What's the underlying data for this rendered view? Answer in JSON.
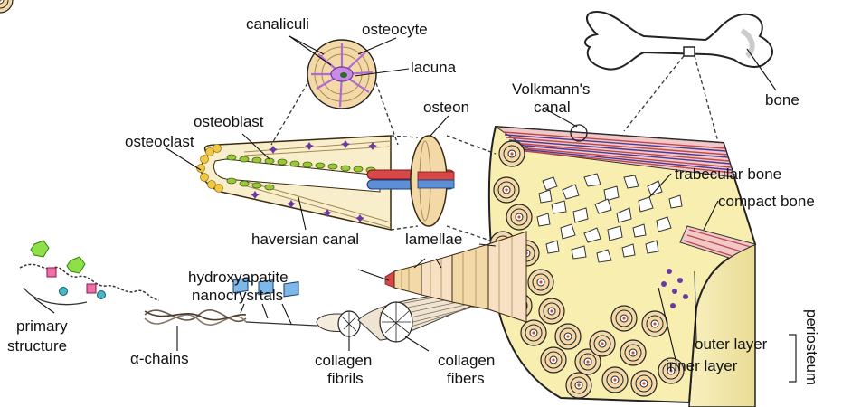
{
  "labels": {
    "canaliculi": "canaliculi",
    "osteocyte": "osteocyte",
    "lacuna": "lacuna",
    "bone": "bone",
    "volkmanns_canal_1": "Volkmann's",
    "volkmanns_canal_2": "canal",
    "osteon": "osteon",
    "osteoblast": "osteoblast",
    "osteoclast": "osteoclast",
    "trabecular_bone": "trabecular bone",
    "compact_bone": "compact bone",
    "haversian_canal": "haversian canal",
    "lamellae": "lamellae",
    "hydroxyapatite_1": "hydroxyapatite",
    "hydroxyapatite_2": "nanocrysrtals",
    "primary_structure_1": "primary",
    "primary_structure_2": "structure",
    "alpha_chains": "α-chains",
    "collagen_fibrils_1": "collagen",
    "collagen_fibrils_2": "fibrils",
    "collagen_fibers_1": "collagen",
    "collagen_fibers_2": "fibers",
    "outer_layer": "outer layer",
    "inner_layer": "inner layer",
    "periosteum": "periosteum"
  },
  "colors": {
    "bone_matrix": "#f7eeb0",
    "osteon_tan": "#f3d9a8",
    "osteocyte_purple": "#6a3a9e",
    "osteoblast_green": "#9bc83a",
    "osteoclast_yellow": "#f0c846",
    "vessel_red": "#d84848",
    "vessel_blue": "#5d8fd6",
    "periosteum_blue": "#3b4aa8",
    "crystal_blue": "#7db9e8",
    "residue_green": "#8ee04a",
    "residue_pink": "#ef6fa8",
    "residue_teal": "#49b6c6"
  }
}
